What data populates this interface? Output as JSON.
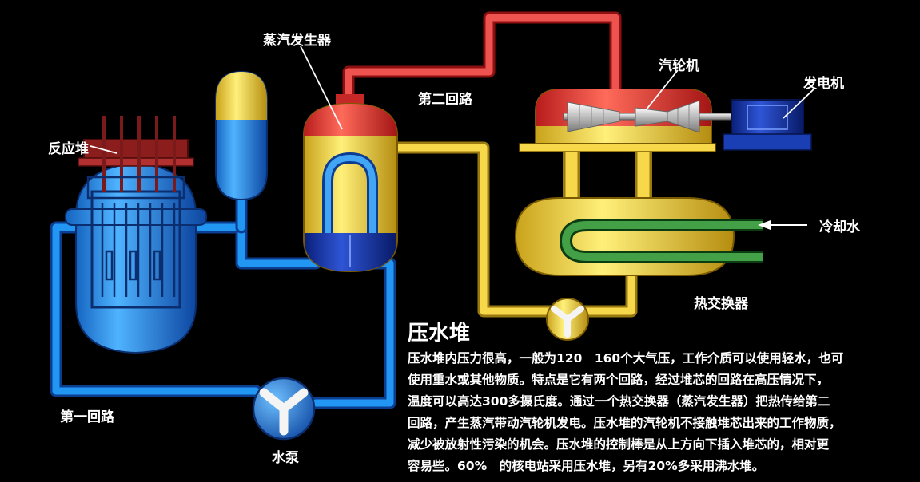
{
  "labels": {
    "steam_generator": "蒸汽发生器",
    "second_loop": "第二回路",
    "turbine": "汽轮机",
    "generator": "发电机",
    "reactor": "反应堆",
    "cooling_water": "冷却水",
    "heat_exchanger": "热交换器",
    "first_loop": "第一回路",
    "pump": "水泵"
  },
  "title": "压水堆",
  "description_lines": [
    "压水堆内压力很高，一般为120　160个大气压，工作介质可以使用轻水，也可",
    "使用重水或其他物质。特点是它有两个回路，经过堆芯的回路在高压情况下，",
    "温度可以高达300多摄氏度。通过一个热交换器（蒸汽发生器）把热传给第二",
    "回路，产生蒸汽带动汽轮机发电。压水堆的汽轮机不接触堆芯出来的工作物质，",
    "减少被放射性污染的机会。压水堆的控制棒是从上方向下插入堆芯的，相对更",
    "容易些。60%　的核电站采用压水堆，另有20%多采用沸水堆。"
  ],
  "colors": {
    "primary_water": "#1e88e5",
    "steam": "#e53935",
    "secondary_water": "#f2d048",
    "cooling": "#2e7d32",
    "deep_blue": "#0d2fa8"
  }
}
